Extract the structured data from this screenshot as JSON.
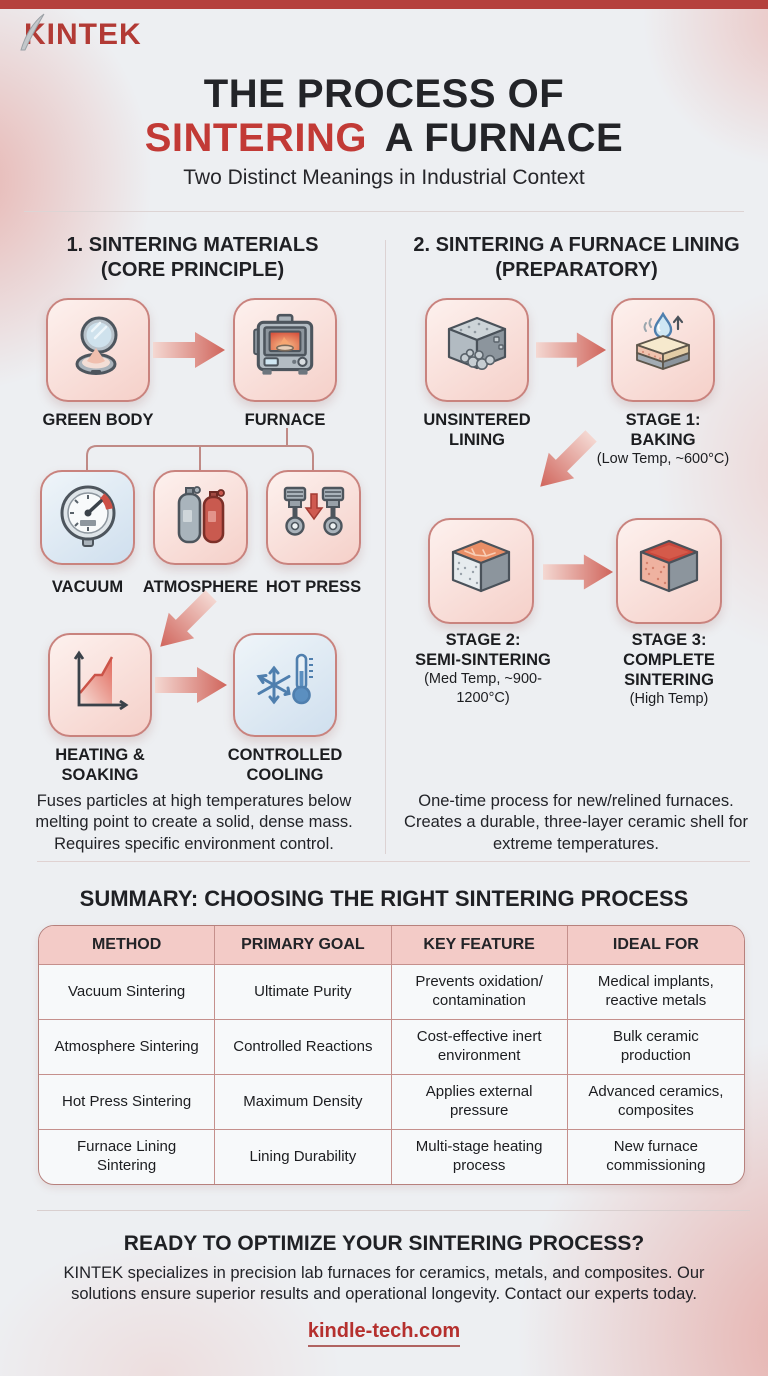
{
  "brand": {
    "logo": "KINTEK"
  },
  "header": {
    "title_line1": "THE PROCESS OF",
    "title_red": "SINTERING",
    "title_rest": "A FURNACE",
    "subtitle": "Two Distinct Meanings in Industrial Context"
  },
  "left": {
    "heading1": "1. SINTERING MATERIALS",
    "heading2": "(CORE PRINCIPLE)",
    "green_body": "GREEN BODY",
    "furnace": "FURNACE",
    "vacuum": "VACUUM",
    "atmosphere": "ATMOSPHERE",
    "hot_press": "HOT PRESS",
    "heating1": "HEATING &",
    "heating2": "SOAKING",
    "cooling1": "CONTROLLED",
    "cooling2": "COOLING",
    "description": "Fuses particles at high temperatures below melting point to create a solid, dense mass. Requires specific environment control."
  },
  "right": {
    "heading1": "2. SINTERING A FURNACE LINING",
    "heading2": "(PREPARATORY)",
    "unsintered1": "UNSINTERED",
    "unsintered2": "LINING",
    "stage1a": "STAGE 1:",
    "stage1b": "BAKING",
    "stage1note": "(Low Temp, ~600°C)",
    "stage2a": "STAGE 2:",
    "stage2b": "SEMI-SINTERING",
    "stage2note": "(Med Temp, ~900-1200°C)",
    "stage3a": "STAGE 3:",
    "stage3b": "COMPLETE",
    "stage3c": "SINTERING",
    "stage3note": "(High Temp)",
    "description": "One-time process for new/relined furnaces. Creates a durable, three-layer ceramic shell for extreme temperatures."
  },
  "summary": {
    "title": "SUMMARY: CHOOSING THE RIGHT SINTERING PROCESS",
    "headers": [
      "METHOD",
      "PRIMARY GOAL",
      "KEY FEATURE",
      "IDEAL FOR"
    ],
    "rows": [
      [
        "Vacuum Sintering",
        "Ultimate Purity",
        "Prevents oxidation/​contamination",
        "Medical implants, reactive metals"
      ],
      [
        "Atmosphere Sintering",
        "Controlled Reactions",
        "Cost-effective inert environment",
        "Bulk ceramic production"
      ],
      [
        "Hot Press Sintering",
        "Maximum Density",
        "Applies external pressure",
        "Advanced ceramics, composites"
      ],
      [
        "Furnace Lining Sintering",
        "Lining Durability",
        "Multi-stage heating process",
        "New furnace commissioning"
      ]
    ]
  },
  "footer": {
    "cta": "READY TO OPTIMIZE YOUR SINTERING PROCESS?",
    "text": "KINTEK specializes in precision lab furnaces for ceramics, metals, and composites. Our solutions ensure superior results and operational longevity. Contact our experts today.",
    "link": "kindle-tech.com"
  },
  "colors": {
    "accent_red": "#b5413d",
    "title_red": "#c23a36",
    "card_border": "#c9837e",
    "table_header_bg": "#f3cbc7"
  }
}
